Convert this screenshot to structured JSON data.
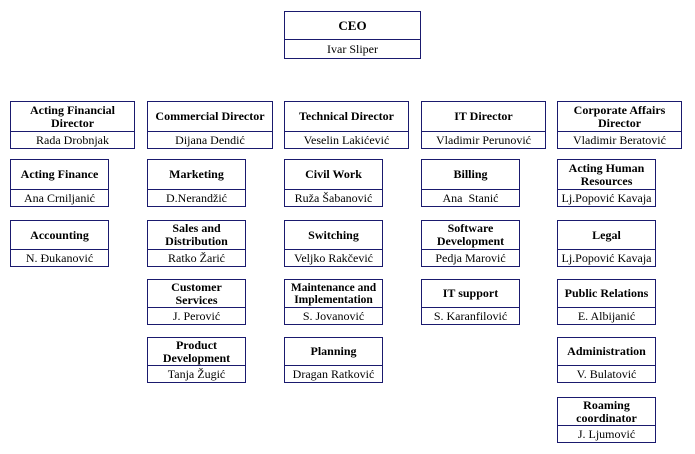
{
  "ceo": {
    "title": "CEO",
    "name": "Ivar Sliper"
  },
  "directors": [
    {
      "title": "Acting Financial Director",
      "name": "Rada Drobnjak"
    },
    {
      "title": "Commercial Director",
      "name": "Dijana Dendić"
    },
    {
      "title": "Technical Director",
      "name": "Veselin Lakićević"
    },
    {
      "title": "IT Director",
      "name": "Vladimir Perunović"
    },
    {
      "title": "Corporate Affairs Director",
      "name": "Vladimir Beratović"
    }
  ],
  "finance": [
    {
      "title": "Acting Finance",
      "name": "Ana Crniljanić"
    },
    {
      "title": "Accounting",
      "name": "N. Đukanović"
    }
  ],
  "commercial": [
    {
      "title": "Marketing",
      "name": "D.Nerandžić"
    },
    {
      "title": "Sales and Distribution",
      "name": "Ratko Žarić"
    },
    {
      "title": "Customer Services",
      "name": "J. Perović"
    },
    {
      "title": "Product Development",
      "name": "Tanja Žugić"
    }
  ],
  "technical": [
    {
      "title": "Civil Work",
      "name": "Ruža Šabanović"
    },
    {
      "title": "Switching",
      "name": "Veljko Rakčević"
    },
    {
      "title": "Maintenance and Implementation",
      "name": "S. Jovanović"
    },
    {
      "title": "Planning",
      "name": "Dragan Ratković"
    }
  ],
  "it": [
    {
      "title": "Billing",
      "name": "Ana  Stanić"
    },
    {
      "title": "Software Development",
      "name": "Pedja Marović"
    },
    {
      "title": "IT support",
      "name": "S. Karanfilović"
    }
  ],
  "corporate": [
    {
      "title": "Acting Human Resources",
      "name": "Lj.Popović Kavaja"
    },
    {
      "title": "Legal",
      "name": "Lj.Popović Kavaja"
    },
    {
      "title": "Public Relations",
      "name": "E. Albijanić"
    },
    {
      "title": "Administration",
      "name": "V. Bulatović"
    },
    {
      "title": "Roaming coordinator",
      "name": "J. Ljumović"
    }
  ]
}
